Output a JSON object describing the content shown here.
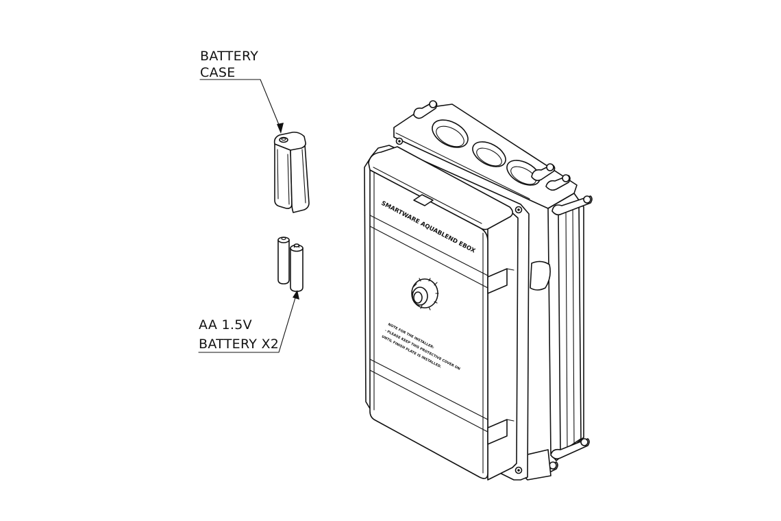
{
  "callouts": {
    "battery_case": {
      "line1": "BATTERY",
      "line2": "CASE"
    },
    "aa_battery": {
      "line1": "AA 1.5V",
      "line2": "BATTERY X2"
    }
  },
  "enclosure": {
    "label": "SMARTWARE AQUABLEND EBOX",
    "note_lines": [
      "NOTE FOR THE INSTALLER:",
      "- PLEASE KEEP THIS PROTECTIVE COVER ON",
      "UNTIL FINISH PLATE IS INSTALLED."
    ]
  },
  "colors": {
    "line": "#111111",
    "background": "#ffffff"
  }
}
